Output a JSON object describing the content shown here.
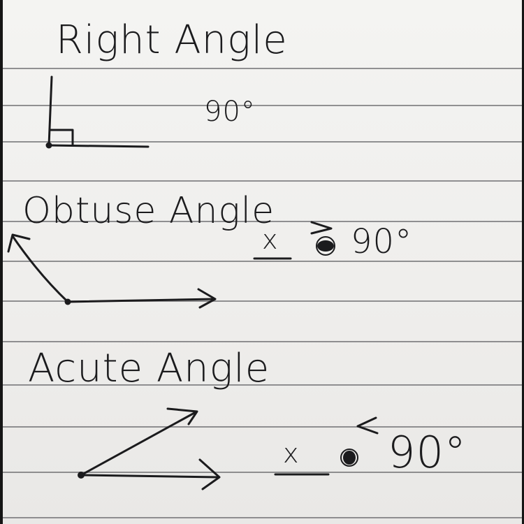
{
  "right": {
    "title": "Right Angle",
    "degrees": "90°"
  },
  "obtuse": {
    "title": "Obtuse Angle",
    "variable": "x",
    "symbol": "greater-than",
    "degrees": "90°"
  },
  "acute": {
    "title": "Acute Angle",
    "variable": "x",
    "symbol": "less-than",
    "degrees": "90°"
  },
  "colors": {
    "paper": "#f1f0ee",
    "ink": "#1b1b1d",
    "rule": "#6f6f72"
  }
}
